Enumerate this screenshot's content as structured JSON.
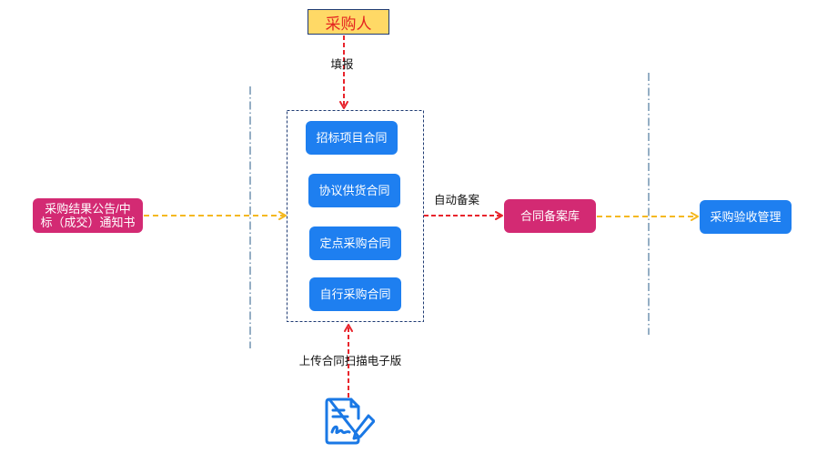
{
  "purchaser": {
    "label": "采购人"
  },
  "fill_label": "填报",
  "source": {
    "label_line1": "采购结果公告/中",
    "label_line2": "标（成交）通知书"
  },
  "contracts": [
    {
      "label": "招标项目合同"
    },
    {
      "label": "协议供货合同"
    },
    {
      "label": "定点采购合同"
    },
    {
      "label": "自行采购合同"
    }
  ],
  "auto_record_label": "自动备案",
  "archive": {
    "label": "合同备案库"
  },
  "acceptance": {
    "label": "采购验收管理"
  },
  "upload_label": "上传合同扫描电子版",
  "upload_icon": "document-sign-icon",
  "colors": {
    "blue": "#1e7ff0",
    "magenta": "#d32a73",
    "red": "#e8242c",
    "gold": "#f4b820",
    "navy": "#1f3b73",
    "purchaser_fill": "#ffd966",
    "purchaser_text": "#e42520",
    "icon": "#1a78e5"
  }
}
